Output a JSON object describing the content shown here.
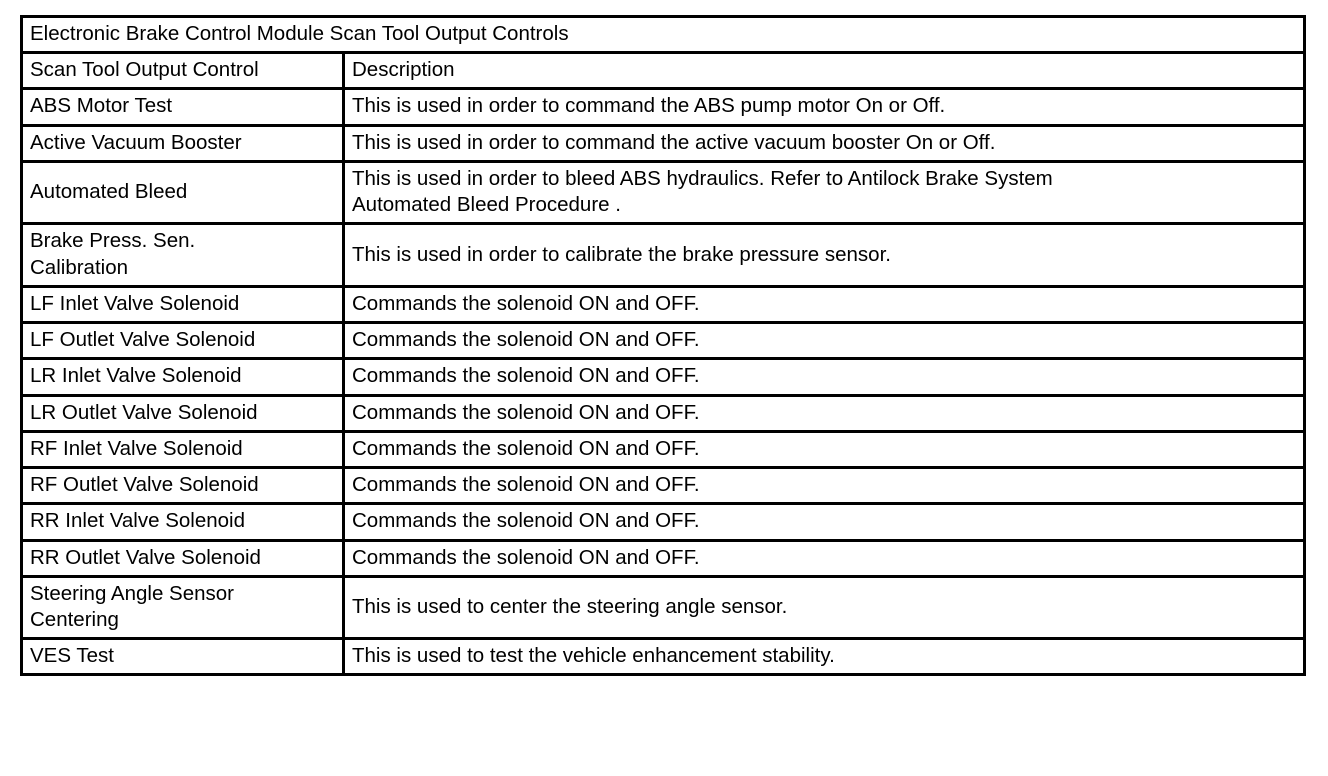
{
  "table": {
    "title": "Electronic Brake Control Module Scan Tool Output Controls",
    "columns": [
      {
        "key": "control",
        "label": "Scan Tool Output Control"
      },
      {
        "key": "description",
        "label": "Description"
      }
    ],
    "rows": [
      {
        "control": "ABS Motor Test",
        "description": "This is used in order to command the ABS pump motor On or Off.",
        "lines": 1
      },
      {
        "control": "Active Vacuum Booster",
        "description": "This is used in order to command the active vacuum booster On or Off.",
        "lines": 1
      },
      {
        "control": "Automated Bleed",
        "description": "This is used in order to bleed ABS hydraulics. Refer to Antilock Brake System\nAutomated Bleed Procedure .",
        "lines": 2
      },
      {
        "control": "Brake Press. Sen.\nCalibration",
        "description": "This is used in order to calibrate the brake pressure sensor.",
        "lines": 2
      },
      {
        "control": "LF Inlet Valve Solenoid",
        "description": "Commands the solenoid ON and OFF.",
        "lines": 1
      },
      {
        "control": "LF Outlet Valve Solenoid",
        "description": "Commands the solenoid ON and OFF.",
        "lines": 1
      },
      {
        "control": "LR Inlet Valve Solenoid",
        "description": "Commands the solenoid ON and OFF.",
        "lines": 1
      },
      {
        "control": "LR Outlet Valve Solenoid",
        "description": "Commands the solenoid ON and OFF.",
        "lines": 1
      },
      {
        "control": "RF Inlet Valve Solenoid",
        "description": "Commands the solenoid ON and OFF.",
        "lines": 1
      },
      {
        "control": "RF Outlet Valve Solenoid",
        "description": "Commands the solenoid ON and OFF.",
        "lines": 1
      },
      {
        "control": "RR Inlet Valve Solenoid",
        "description": "Commands the solenoid ON and OFF.",
        "lines": 1
      },
      {
        "control": "RR Outlet Valve Solenoid",
        "description": "Commands the solenoid ON and OFF.",
        "lines": 1
      },
      {
        "control": "Steering Angle Sensor\nCentering",
        "description": "This is used to center the steering angle sensor.",
        "lines": 2
      },
      {
        "control": "VES Test",
        "description": "This is used to test the vehicle enhancement stability.",
        "lines": 1
      }
    ]
  },
  "colors": {
    "border": "#000000",
    "text": "#000000",
    "background": "#ffffff"
  }
}
